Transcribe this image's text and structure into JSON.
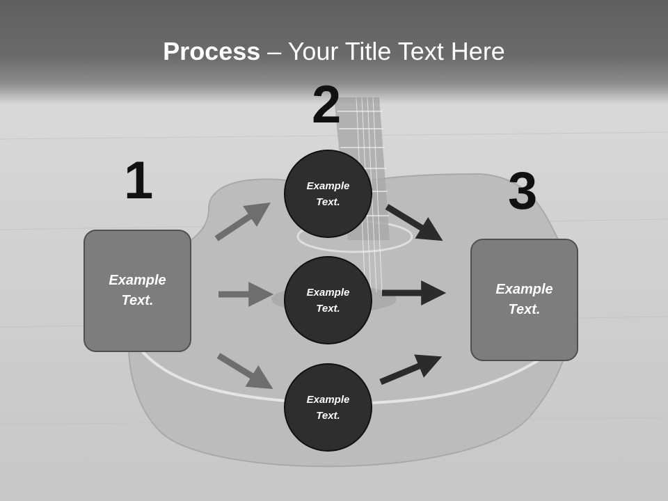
{
  "title": {
    "bold_part": "Process",
    "rest_part": " – Your Title Text Here"
  },
  "steps": [
    {
      "number": "1"
    },
    {
      "number": "2"
    },
    {
      "number": "3"
    }
  ],
  "left_box": {
    "label": "Example\nText."
  },
  "right_box": {
    "label": "Example\nText."
  },
  "circles": [
    {
      "label": "Example\nText."
    },
    {
      "label": "Example\nText."
    },
    {
      "label": "Example\nText."
    }
  ],
  "colors": {
    "box_fill": "#7d7d7d",
    "circle_fill": "#2e2e2e",
    "left_arrow": "#6e6e6e",
    "right_arrow": "#2b2b2b"
  },
  "background_image": "guitar-photo"
}
